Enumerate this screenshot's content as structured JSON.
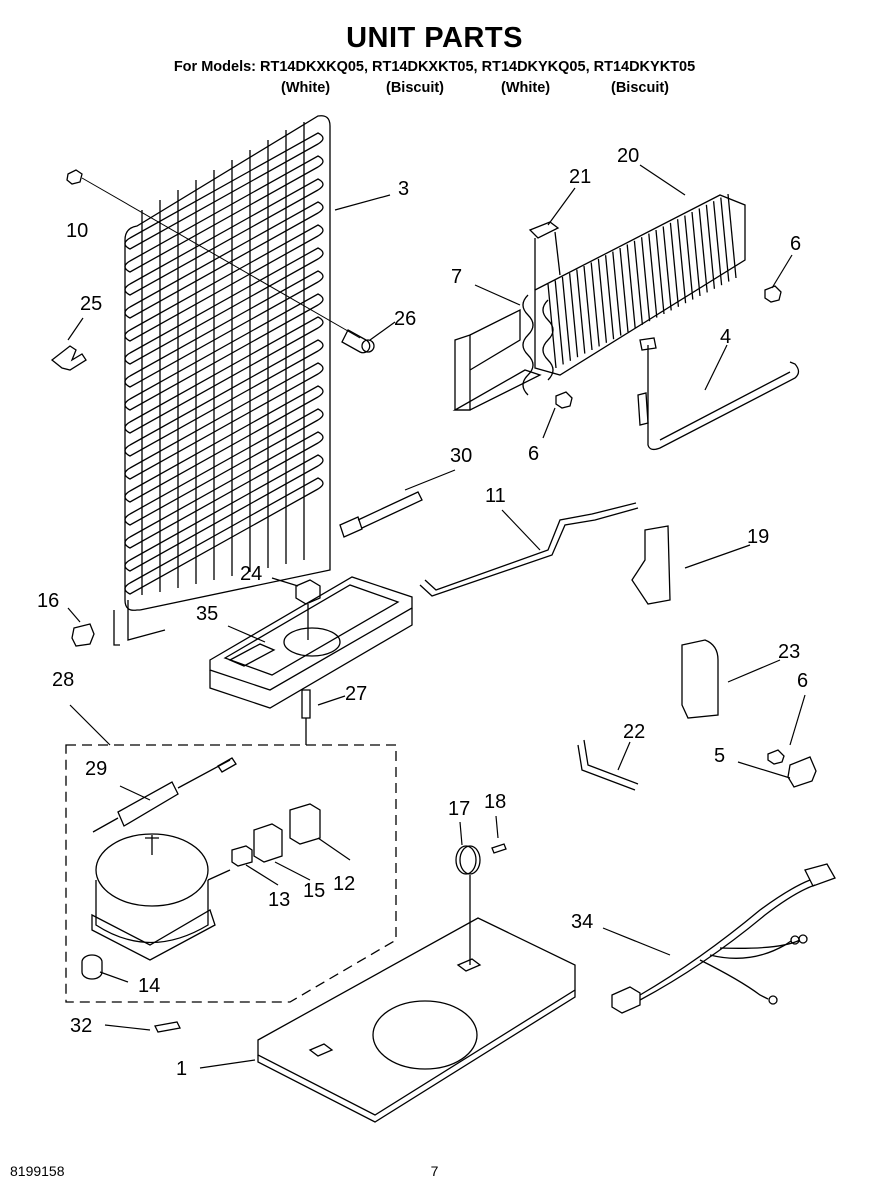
{
  "header": {
    "title": "UNIT PARTS",
    "models": "For Models: RT14DKXKQ05, RT14DKXKT05, RT14DKYKQ05, RT14DKYKT05",
    "colors": [
      "(White)",
      "(Biscuit)",
      "(White)",
      "(Biscuit)"
    ]
  },
  "callouts": [
    "1",
    "3",
    "4",
    "5",
    "6",
    "6",
    "6",
    "7",
    "10",
    "11",
    "12",
    "13",
    "14",
    "15",
    "16",
    "17",
    "18",
    "19",
    "20",
    "21",
    "22",
    "23",
    "24",
    "25",
    "26",
    "27",
    "28",
    "29",
    "30",
    "32",
    "34",
    "35"
  ],
  "footer": {
    "doc_number": "8199158",
    "page_number": "7"
  }
}
